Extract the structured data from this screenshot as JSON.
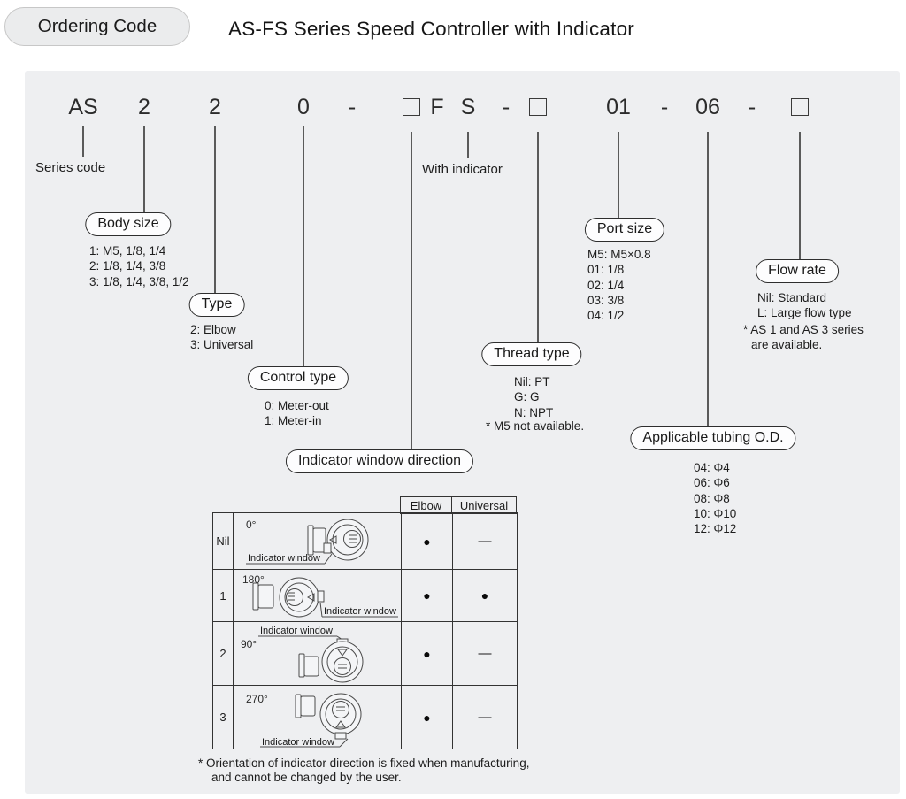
{
  "header": {
    "badge": "Ordering Code",
    "title": "AS-FS Series Speed Controller with Indicator"
  },
  "code": {
    "series": "AS",
    "body_size": "2",
    "type": "2",
    "control": "0",
    "dash": "-",
    "with_f": "F",
    "with_s": "S",
    "port": "01",
    "tubing": "06"
  },
  "callouts": {
    "series_code": "Series code",
    "with_indicator": "With indicator"
  },
  "sections": {
    "body_size": {
      "title": "Body size",
      "options": [
        "1: M5, 1/8, 1/4",
        "2: 1/8, 1/4, 3/8",
        "3: 1/8, 1/4, 3/8, 1/2"
      ]
    },
    "type": {
      "title": "Type",
      "options": [
        "2: Elbow",
        "3: Universal"
      ]
    },
    "control_type": {
      "title": "Control type",
      "options": [
        "0: Meter-out",
        "1: Meter-in"
      ]
    },
    "indicator_window_direction": {
      "title": "Indicator window direction"
    },
    "thread_type": {
      "title": "Thread type",
      "options": [
        "Nil: PT",
        "G: G",
        "N: NPT"
      ],
      "note": "* M5 not available."
    },
    "port_size": {
      "title": "Port size",
      "options": [
        "M5: M5×0.8",
        "01: 1/8",
        "02: 1/4",
        "03: 3/8",
        "04: 1/2"
      ]
    },
    "tubing_od": {
      "title": "Applicable tubing O.D.",
      "options": [
        "04: Φ4",
        "06: Φ6",
        "08: Φ8",
        "10: Φ10",
        "12: Φ12"
      ]
    },
    "flow_rate": {
      "title": "Flow rate",
      "options": [
        "Nil: Standard",
        "L: Large flow type"
      ],
      "note_line1": "* AS 1 and AS 3 series",
      "note_line2": "are available."
    }
  },
  "table": {
    "headers": [
      "Elbow",
      "Universal"
    ],
    "rows": [
      {
        "code": "Nil",
        "angle": "0°",
        "window_label": "Indicator window",
        "elbow": "●",
        "universal": "—"
      },
      {
        "code": "1",
        "angle": "180°",
        "window_label": "Indicator window",
        "elbow": "●",
        "universal": "●"
      },
      {
        "code": "2",
        "angle": "90°",
        "window_label": "Indicator window",
        "elbow": "●",
        "universal": "—"
      },
      {
        "code": "3",
        "angle": "270°",
        "window_label": "Indicator window",
        "elbow": "●",
        "universal": "—"
      }
    ]
  },
  "footnote": {
    "line1": "* Orientation of indicator direction is fixed when manufacturing,",
    "line2": "and cannot be changed by the user."
  },
  "colors": {
    "panel_bg": "#eeeff1",
    "table_border": "#333333",
    "connector_line": "#5a5a5a",
    "text": "#222222",
    "pill_bg": "#fdfdfe",
    "badge_bg": "#ebeced"
  }
}
